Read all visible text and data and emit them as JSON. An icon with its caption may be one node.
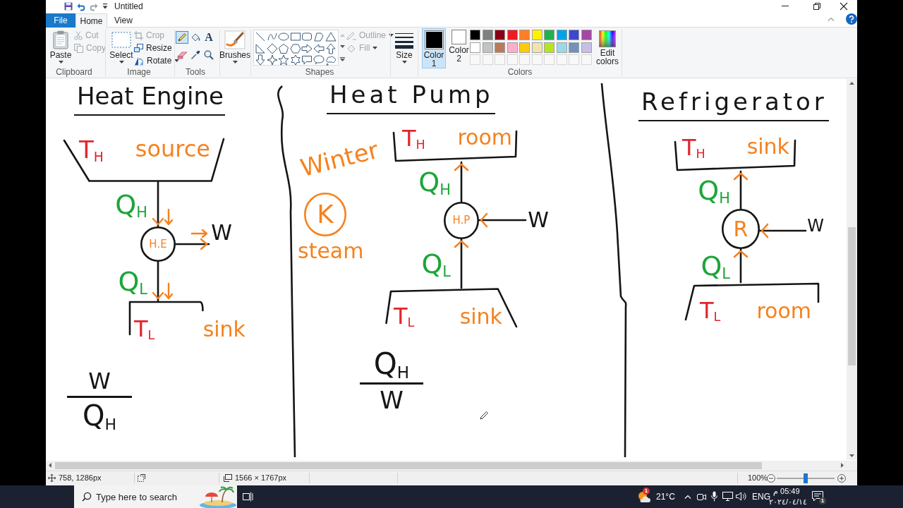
{
  "diagram": {
    "nodes": [
      {
        "text": [
          "T$_{H}$",
          "source"
        ]
      },
      {
        "text": [
          "H.E"
        ]
      },
      {
        "text": [
          "W"
        ]
      },
      {
        "text": [
          "T$_{L}$",
          "sink"
        ]
      },
      {
        "text": [
          "T$_{H}$",
          "room"
        ]
      },
      {
        "text": [
          "K"
        ],
        "beside": [
          "steam"
        ]
      },
      {
        "text": [
          "H.P"
        ]
      },
      {
        "text": [
          "W"
        ]
      },
      {
        "text": [
          "T$_{L}$",
          "sink"
        ]
      },
      {
        "text": [
          "T$_{H}$",
          "sink"
        ]
      },
      {
        "text": [
          "R"
        ]
      },
      {
        "text": [
          "W"
        ]
      },
      {
        "text": [
          "T$_{L}$",
          "room"
        ]
      }
    ],
    "edges": [
      {
        "from": 0,
        "to": 1,
        "arrow": "to",
        "label": "Q$_{H}$"
      },
      {
        "from": 1,
        "to": 2,
        "arrow": "to"
      },
      {
        "from": 1,
        "to": 3,
        "arrow": "to",
        "label": "Q$_{L}$"
      },
      {
        "from": 6,
        "to": 4,
        "arrow": "to",
        "label": "Q$_{H}$"
      },
      {
        "from": 7,
        "to": 6,
        "arrow": "to"
      },
      {
        "from": 8,
        "to": 6,
        "arrow": "to",
        "label": "Q$_{L}$"
      },
      {
        "from": 10,
        "to": 9,
        "arrow": "to",
        "label": "Q$_{H}$"
      },
      {
        "from": 11,
        "to": 10,
        "arrow": "to"
      },
      {
        "from": 12,
        "to": 10,
        "arrow": "to",
        "label": "Q$_{L}$"
      }
    ],
    "labels": [
      "Untitled",
      "File",
      "Home",
      "View",
      "Paste",
      "Cut",
      "Copy",
      "Select",
      "Crop",
      "Resize",
      "Rotate",
      "A",
      "Brushes",
      "Outline",
      "Fill",
      "Size",
      "Color 1",
      "Color 2",
      "Edit colors",
      "Clipboard",
      "Image",
      "Tools",
      "Shapes",
      "Colors",
      "Heat Engine",
      "Heat Pump",
      "Refrigerator",
      "Winter",
      "W",
      "Q$_{H}$",
      "Q$_{H}$",
      "W",
      "758, 1286px",
      "1566 × 1767px",
      "100%",
      "Type here to search",
      "1",
      "21°C",
      "ENG",
      "05:49 م",
      "٢٠٢٤/٠٤/١٤",
      "1"
    ]
  }
}
